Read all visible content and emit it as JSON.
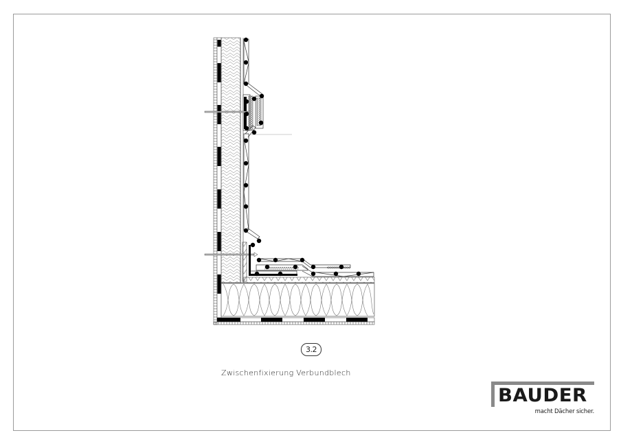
{
  "drawing": {
    "detail_number": "3.2",
    "caption": "Zwischenfixierung Verbundblech",
    "layers": [
      "masonry-wall",
      "wall-insulation",
      "bitumen-membrane-vertical",
      "composite-sheet-fixing",
      "roof-insulation",
      "roof-deck",
      "bitumen-membrane-horizontal"
    ]
  },
  "logo": {
    "brand": "BAUDER",
    "slogan": "macht Dächer sicher.",
    "accent_color": "#8a8a8a",
    "text_color": "#1a1a1a"
  }
}
